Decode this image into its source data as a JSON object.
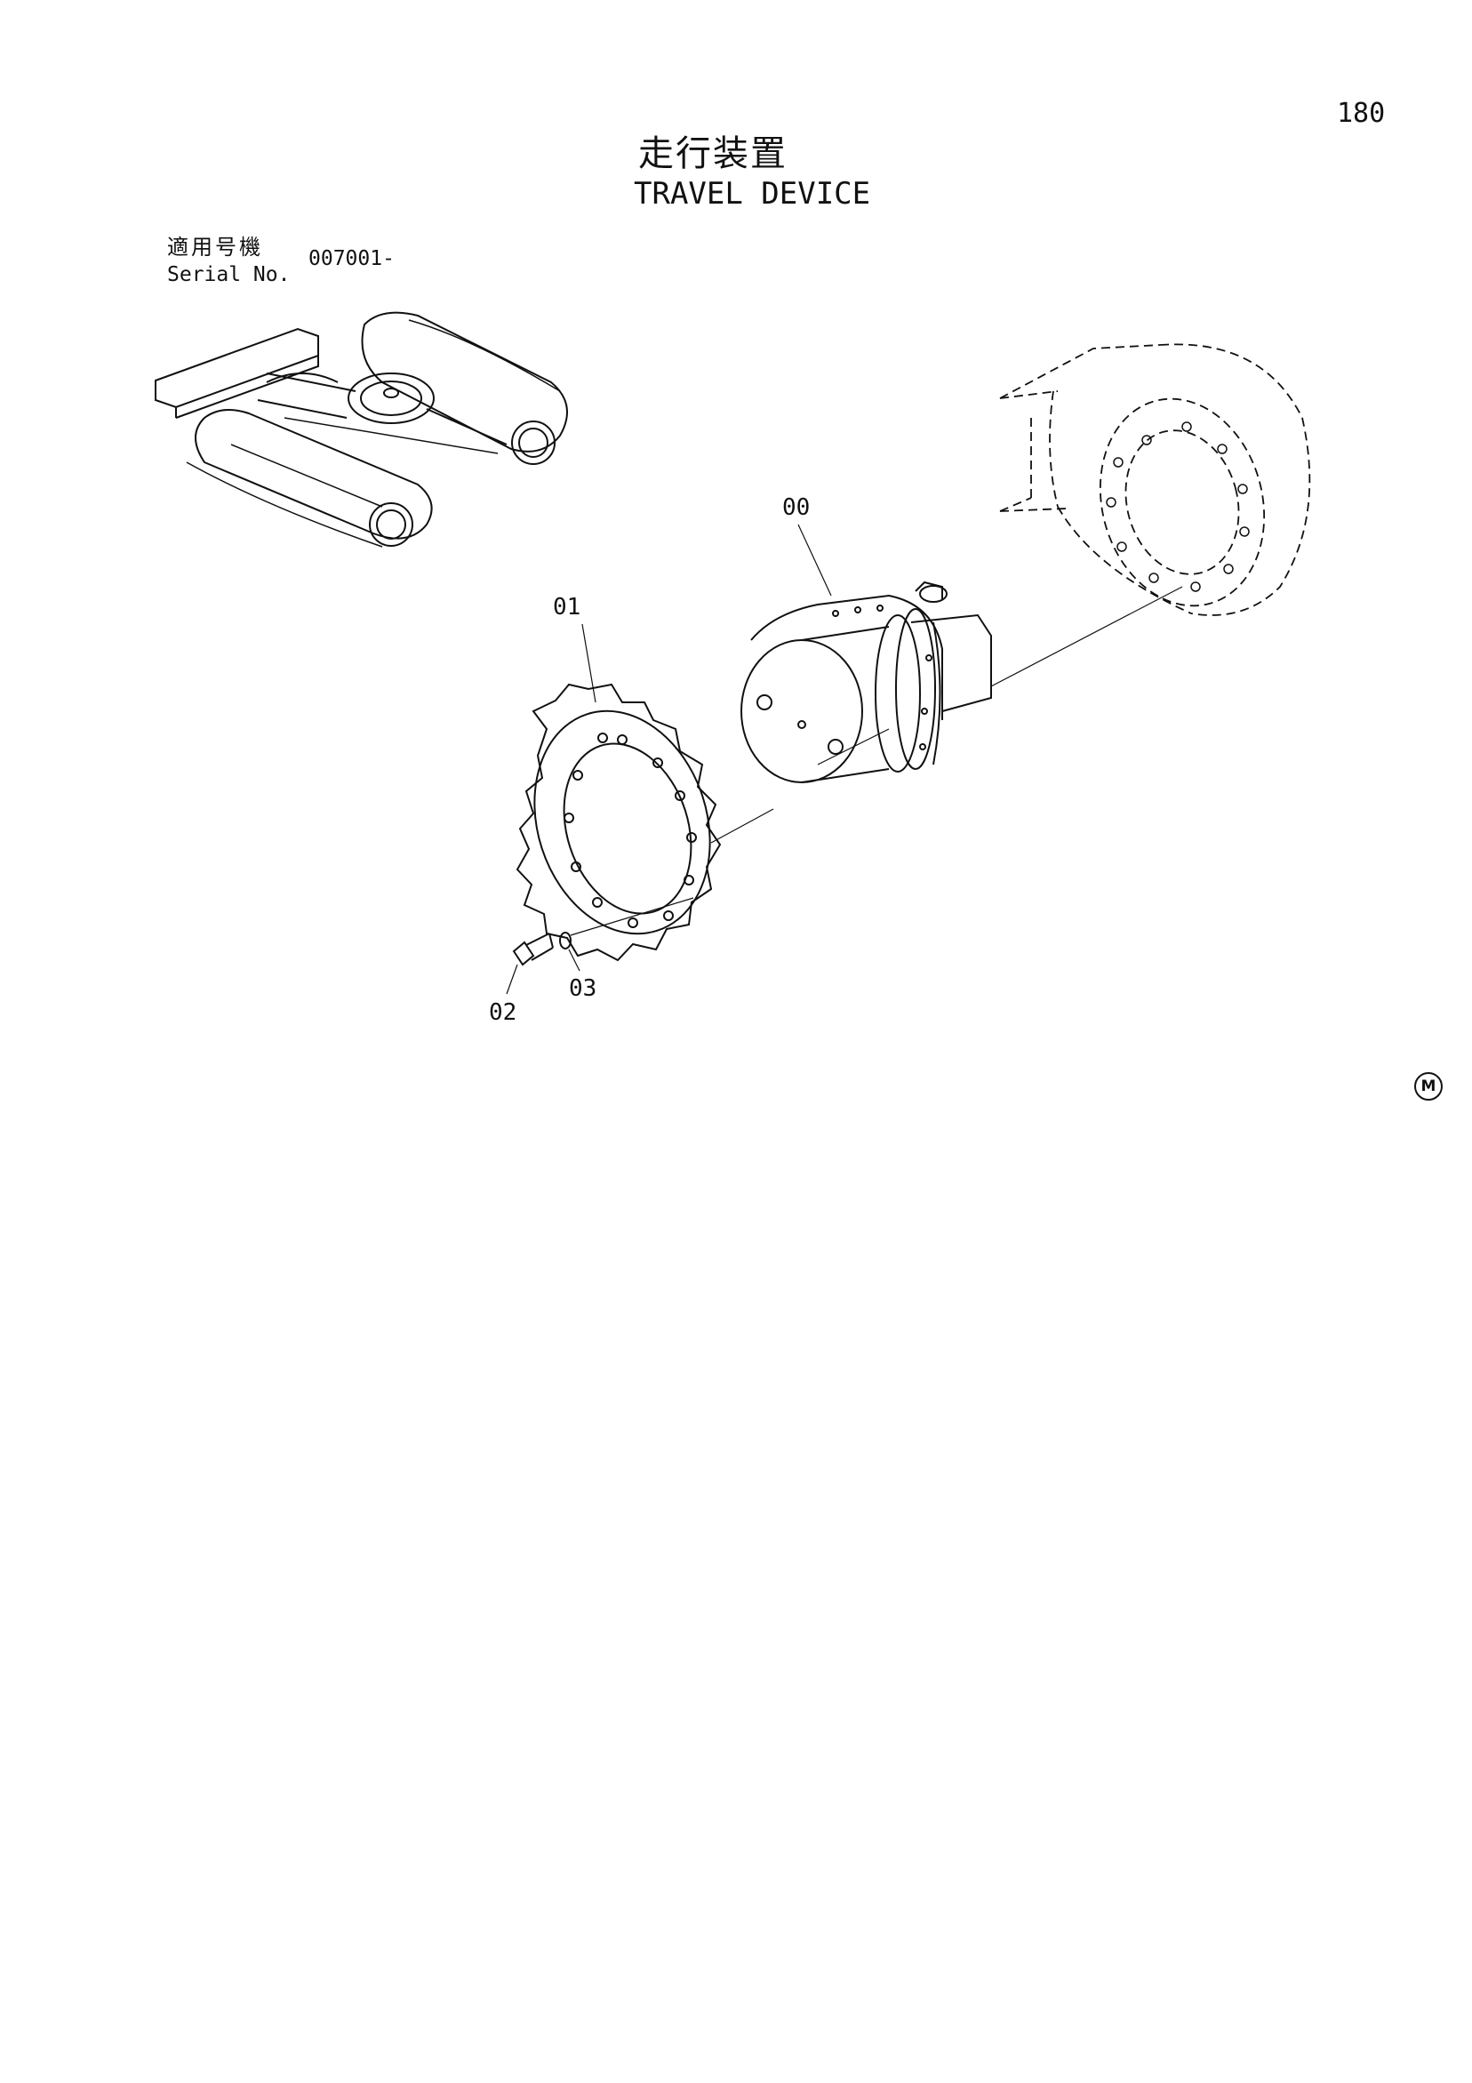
{
  "page": {
    "number": "180",
    "title_jp": "走行装置",
    "title_en": "TRAVEL DEVICE"
  },
  "serial": {
    "label_jp": "適用号機",
    "label_en": "Serial No.",
    "value": "007001-"
  },
  "callouts": {
    "c00": "00",
    "c01": "01",
    "c02": "02",
    "c03": "03"
  },
  "mark": "M"
}
